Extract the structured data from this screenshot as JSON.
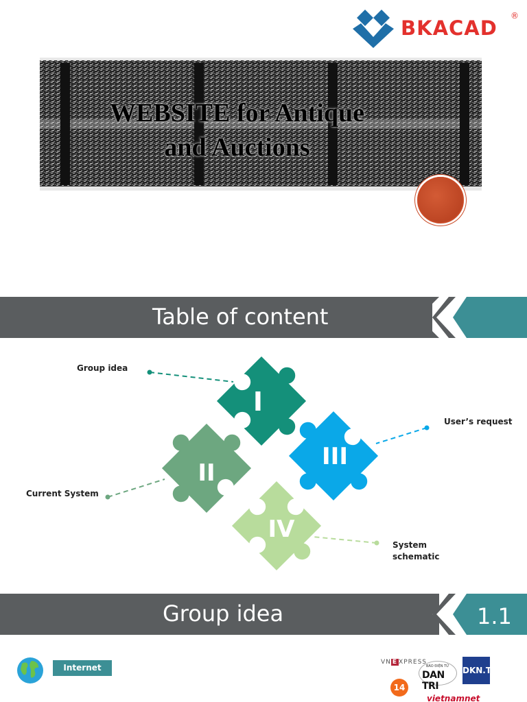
{
  "slide1": {
    "logo": {
      "brand_text": "BKACAD",
      "registered_mark": "®"
    },
    "title_line1": "WEBSITE for Antique",
    "title_line2": "and Auctions"
  },
  "slide2": {
    "header_title": "Table of content",
    "pieces": [
      {
        "numeral": "I",
        "label": "Group idea",
        "color": "#14907a"
      },
      {
        "numeral": "II",
        "label": "Current System",
        "color": "#6da780"
      },
      {
        "numeral": "III",
        "label": "User’s request",
        "color": "#0aa8e8"
      },
      {
        "numeral": "IV",
        "label_line1": "System",
        "label_line2": "schematic",
        "color": "#b8dc9c"
      }
    ]
  },
  "slide3": {
    "header_title": "Group idea",
    "section_number": "1.1",
    "internet_tag": "Internet",
    "media_logos": {
      "vnexpress_prefix": "VN",
      "vnexpress_box": "E",
      "vnexpress_rest": "XPRESS",
      "dantri_small": "BÁO ĐIỆN TỬ",
      "dantri_big": "DAN TRI",
      "dkn": "DKN.TV",
      "kenh14": "14",
      "vietnamnet": "vietnamnet"
    }
  },
  "colors": {
    "header_bar": "#5a5d5f",
    "accent_tab": "#3c8f95",
    "brand_red": "#e3312d",
    "brand_blue": "#1f6fa8"
  }
}
